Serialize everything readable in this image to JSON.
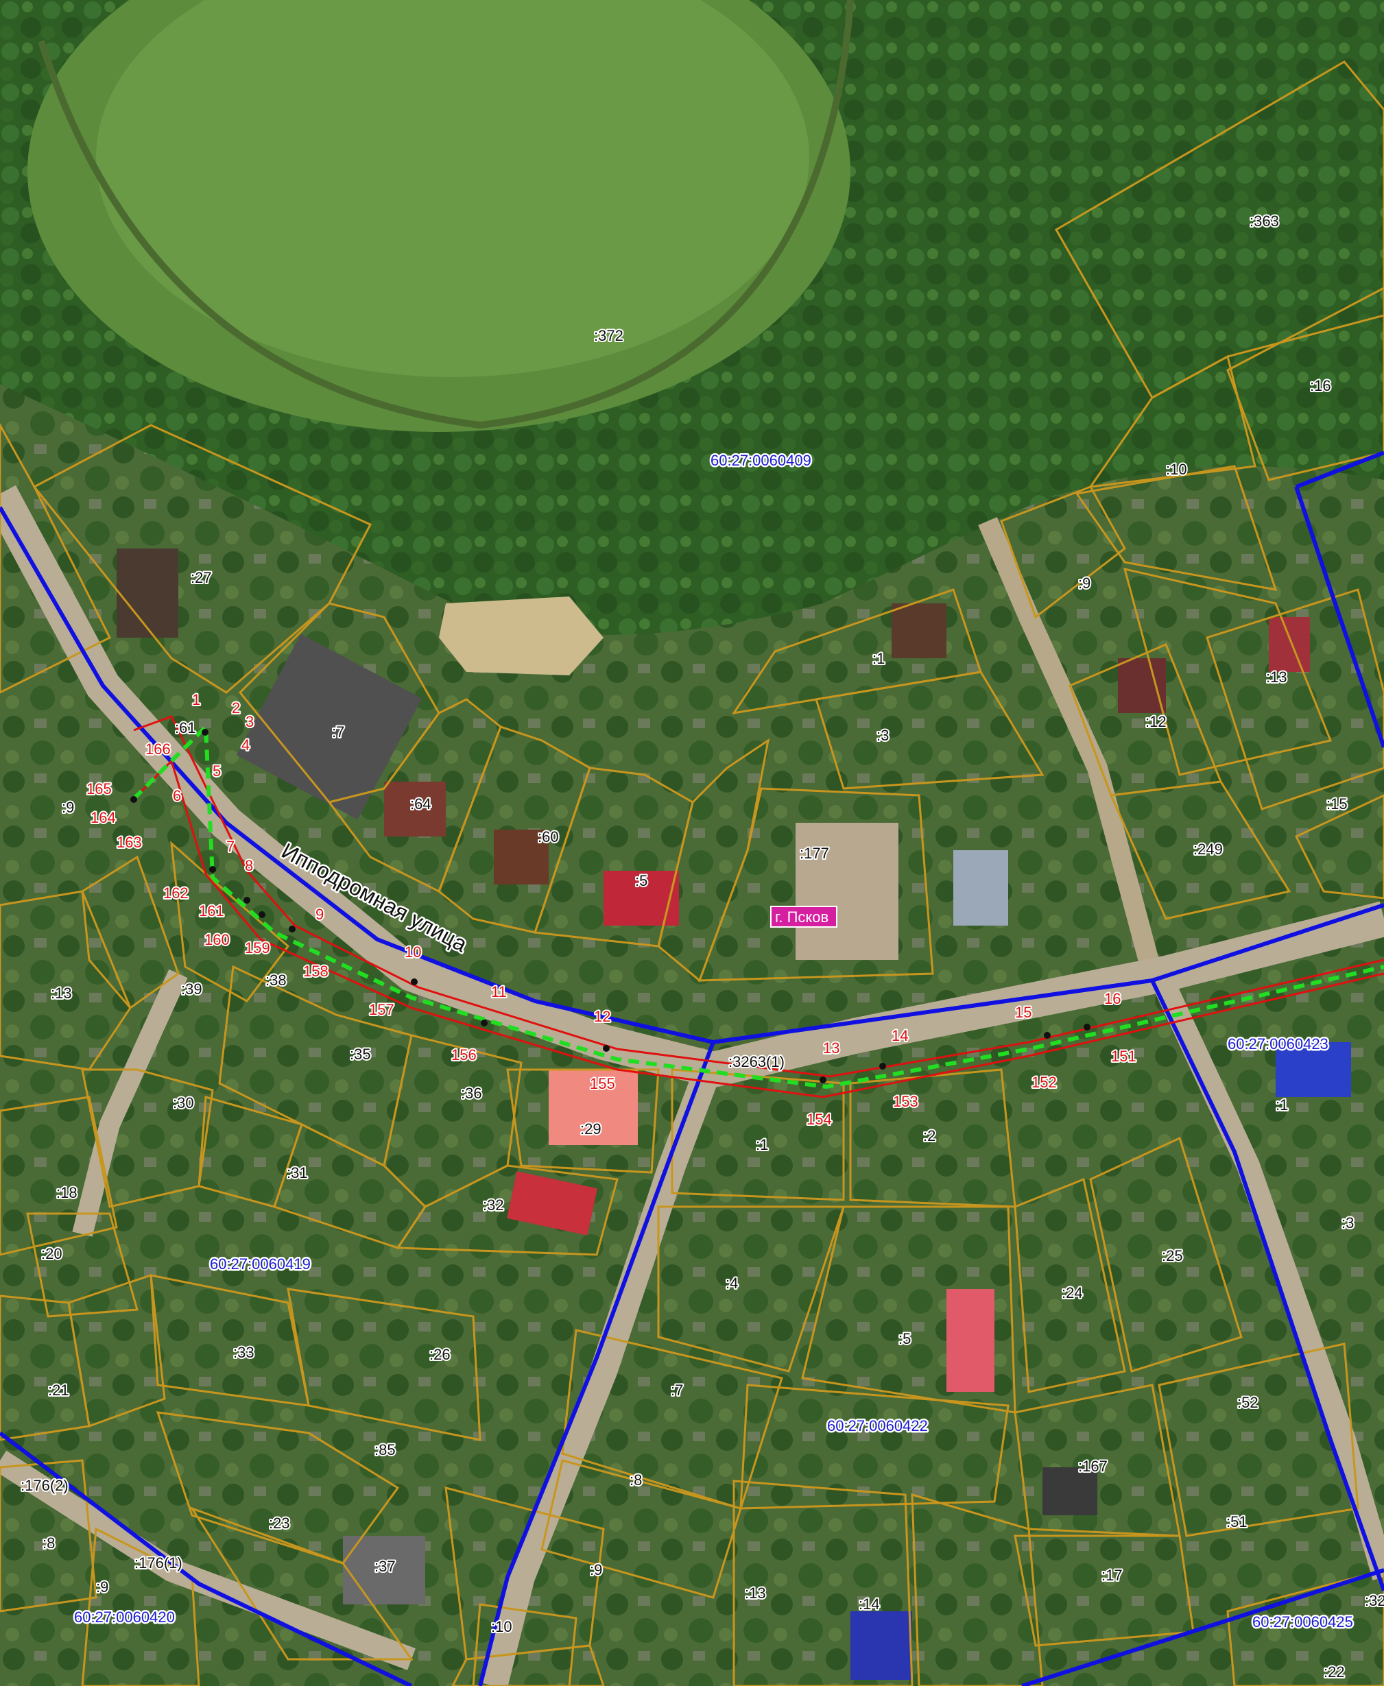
{
  "map": {
    "street_name": "Ипподромная улица",
    "city_label": "г. Псков",
    "colors": {
      "parcel_border": "#c8961e",
      "quarter_border": "#1010e0",
      "route_outline": "#e01010",
      "route_dash": "#22dd22",
      "city_badge": "#d61fa0"
    },
    "quarters": [
      ":372"
    ],
    "quarter_codes": [
      "60:27:0060409",
      "60:27:0060419",
      "60:27:0060420",
      "60:27:0060422",
      "60:27:0060423",
      "60:27:0060425"
    ],
    "parcels": [
      ":363",
      ":372",
      ":16",
      ":10",
      ":27",
      ":9",
      ":13",
      ":12",
      ":1",
      ":3",
      ":7",
      ":64",
      ":60",
      ":5",
      ":177",
      ":61",
      ":15",
      ":249",
      ":9",
      ":13",
      ":39",
      ":38",
      ":35",
      ":36",
      ":30",
      ":29",
      ":3263(1)",
      ":1",
      ":2",
      ":1",
      ":3",
      ":31",
      ":32",
      ":18",
      ":20",
      ":4",
      ":25",
      ":24",
      ":33",
      ":26",
      ":5",
      ":21",
      ":7",
      ":85",
      ":8",
      ":52",
      ":167",
      ":51",
      ":176(2)",
      ":23",
      ":37",
      ":8",
      ":9",
      ":13",
      ":17",
      ":176(1)",
      ":9",
      ":14",
      ":10",
      ":22",
      ":32"
    ],
    "route_points": [
      "1",
      "2",
      "3",
      "4",
      "5",
      "6",
      "7",
      "8",
      "9",
      "10",
      "11",
      "12",
      "13",
      "14",
      "15",
      "16",
      "151",
      "152",
      "153",
      "154",
      "155",
      "156",
      "157",
      "158",
      "159",
      "160",
      "161",
      "162",
      "163",
      "164",
      "165",
      "166"
    ]
  }
}
